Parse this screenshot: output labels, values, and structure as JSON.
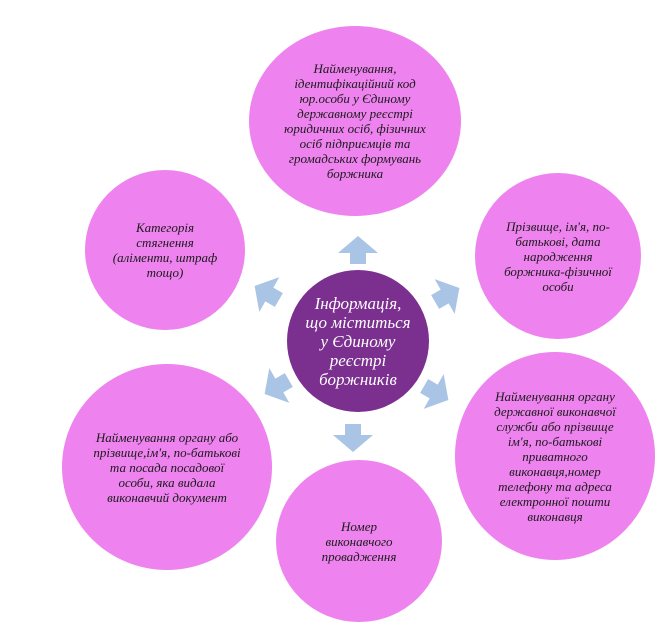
{
  "diagram": {
    "center": "Інформація, що міститься у Єдиному реєстрі боржників",
    "nodes": {
      "top": "Найменування, ідентифікаційний код юр.особи у Єдиному державному реєстрі юридичних осіб, фізичних осіб підприємців та громадських формувань боржника",
      "top_right": "Прізвище, ім'я, по-батькові, дата народження боржника-фізичної особи",
      "bottom_right": "Найменування органу державної виконавчої служби або прізвище ім'я, по-батькові приватного виконавця,номер телефону та адреса електронної пошти виконавця",
      "bottom": "Номер виконавчого провадження",
      "bottom_left": "Найменування органу або прізвище,ім'я, по-батькові та посада посадової особи, яка видала виконавчий документ",
      "top_left": "Категорія стягнення (аліменти, штраф тощо)"
    },
    "colors": {
      "node": "#ee82ee",
      "center": "#7b2f8f",
      "arrow": "#a9c4e4"
    }
  }
}
